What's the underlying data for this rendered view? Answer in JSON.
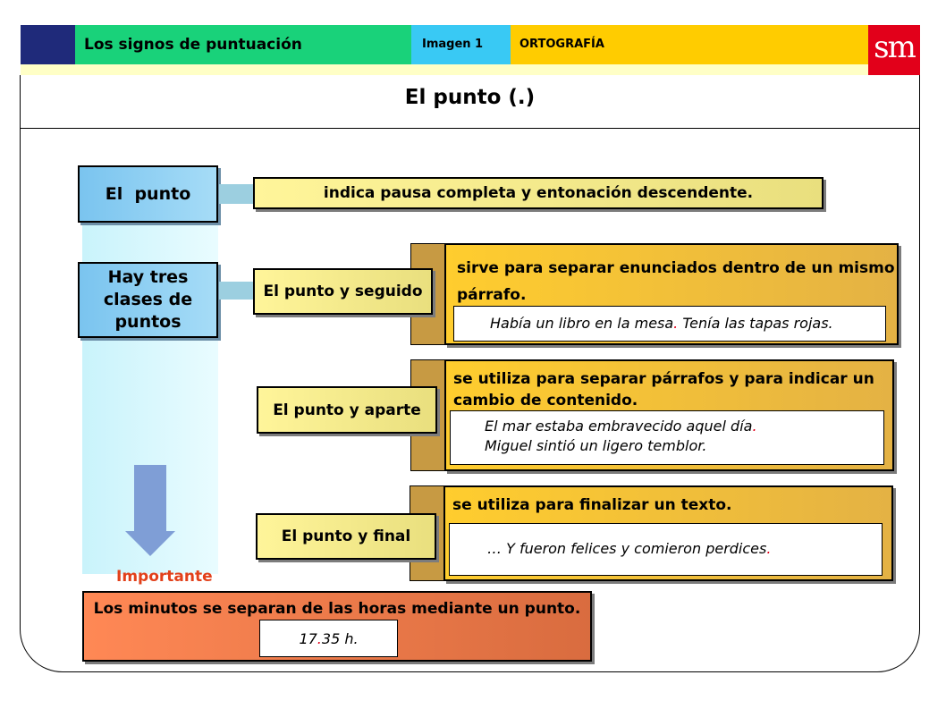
{
  "header": {
    "subject": "Los signos de puntuación",
    "image_label": "Imagen 1",
    "section": "ORTOGRAFÍA",
    "logo": "sm"
  },
  "title": "El punto (.)",
  "definition": {
    "term": "El  punto",
    "text": "indica pausa completa y entonación descendente."
  },
  "types_label": [
    "Hay tres",
    "clases de",
    "puntos"
  ],
  "types": [
    {
      "name": "El punto y seguido",
      "desc_lines": [
        "sirve para separar enunciados dentro de un mismo",
        "párrafo."
      ],
      "example": [
        {
          "before": "Había un libro en la mesa",
          "dot": ".",
          "after": " Tenía las tapas rojas."
        }
      ]
    },
    {
      "name": "El punto y aparte",
      "desc_lines": [
        "se utiliza para separar párrafos y para indicar un",
        "cambio de contenido."
      ],
      "example": [
        {
          "before": "El mar estaba embravecido aquel día",
          "dot": ".",
          "after": ""
        },
        {
          "before": "Miguel sintió un ligero temblor.",
          "dot": "",
          "after": ""
        }
      ]
    },
    {
      "name": "El punto y final",
      "desc_lines": [
        "se utiliza para finalizar un texto."
      ],
      "example": [
        {
          "before": "… Y fueron felices y comieron perdices",
          "dot": ".",
          "after": ""
        }
      ]
    }
  ],
  "important": {
    "label": "Importante",
    "text": "Los minutos se separan de las horas mediante un punto.",
    "example": {
      "before": "17",
      "dot": ".",
      "after": "35 h."
    }
  },
  "colors": {
    "navy": "#1f2a7a",
    "green": "#19d27a",
    "cyan": "#39c9f4",
    "yellow": "#ffcc00",
    "logo_red": "#e2001a",
    "blue_box": "#7ac4ef",
    "orange_box": "#ff8855"
  }
}
